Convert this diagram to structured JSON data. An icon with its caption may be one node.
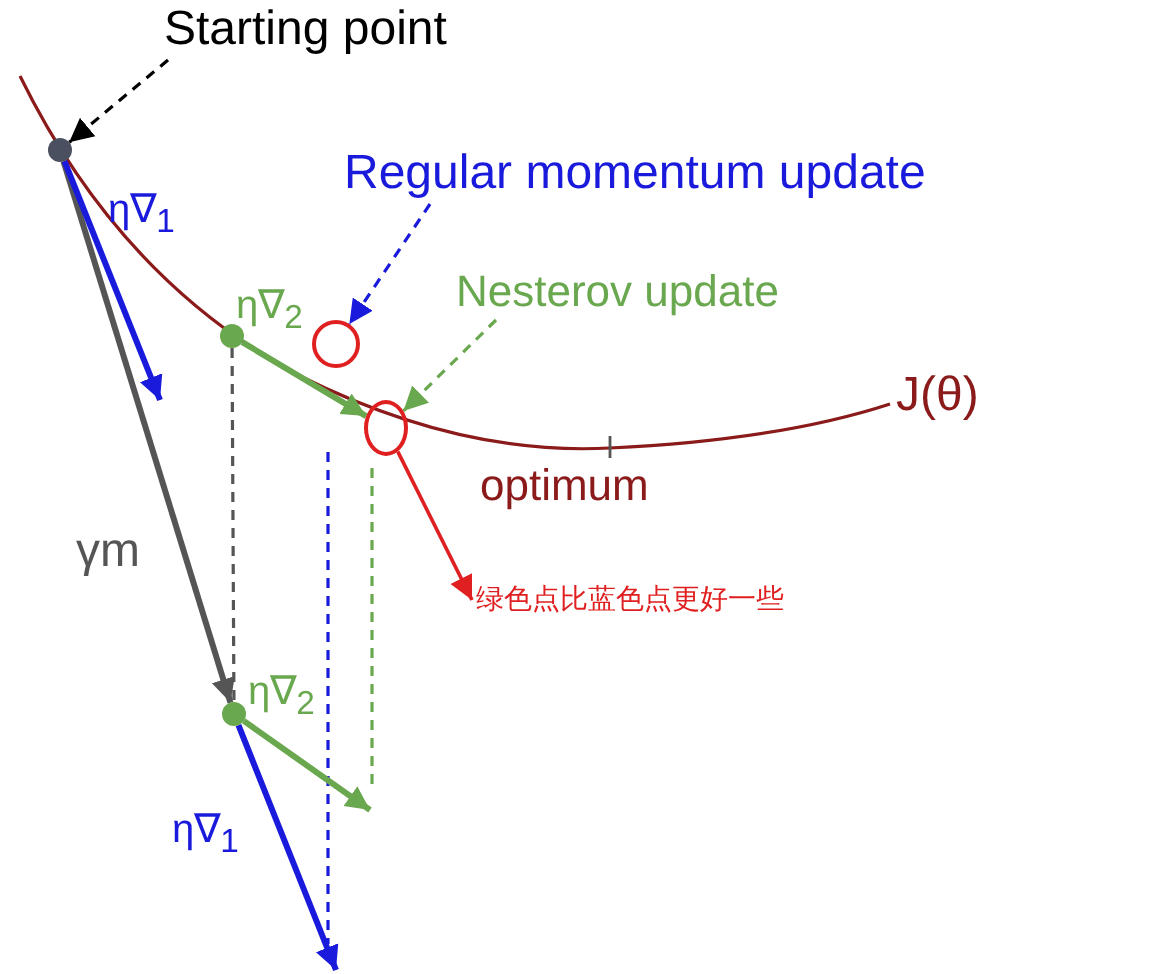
{
  "diagram": {
    "nodes": [
      {
        "text": [
          "Starting point"
        ]
      },
      {
        "text": [],
        "shape": "circle"
      },
      {
        "text": [
          "Regular momentum update"
        ]
      },
      {
        "text": [
          "Nesterov update"
        ]
      },
      {
        "text": [],
        "shape": "circle"
      },
      {
        "text": [],
        "shape": "circle"
      },
      {
        "text": [
          "绿色点比蓝色点更好一些"
        ]
      },
      {
        "text": [],
        "shape": "circle"
      },
      {
        "text": [],
        "shape": "circle"
      }
    ],
    "edges": [
      {
        "from": 0,
        "to": 1,
        "arrow": "to",
        "style": "dashed",
        "color": "#000000"
      },
      {
        "from": 2,
        "to": 4,
        "arrow": "to",
        "style": "dashed",
        "color": "#1a1adc"
      },
      {
        "from": 3,
        "to": 5,
        "arrow": "to",
        "style": "dashed",
        "color": "#6aa84f"
      },
      {
        "from": 5,
        "to": 6,
        "arrow": "to",
        "color": "#e02020"
      },
      {
        "from": 1,
        "to": 8,
        "arrow": "to",
        "label": "γm",
        "color": "#555555"
      },
      {
        "from": 1,
        "to": null,
        "arrow": "to",
        "label": "η∇$_{1}$",
        "color": "#1a1adc"
      },
      {
        "from": 7,
        "to": 5,
        "arrow": "to",
        "label": "η∇$_{2}$",
        "color": "#6aa84f"
      },
      {
        "from": 8,
        "to": null,
        "arrow": "to",
        "label": "η∇$_{2}$",
        "color": "#6aa84f"
      },
      {
        "from": 8,
        "to": null,
        "arrow": "to",
        "label": "η∇$_{1}$",
        "color": "#1a1adc"
      },
      {
        "from": 7,
        "to": 8,
        "arrow": "none",
        "style": "dashed",
        "color": "#555555"
      }
    ],
    "labels": [
      "J(θ)",
      "optimum"
    ]
  }
}
